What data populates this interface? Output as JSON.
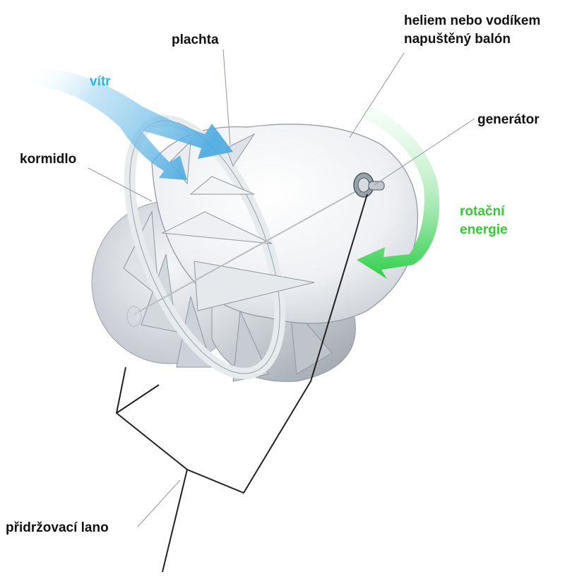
{
  "labels": {
    "balloon_line1": "heliem nebo vodíkem",
    "balloon_line2": "napuštěný balón",
    "sail": "plachta",
    "wind": "vítr",
    "generator": "generátor",
    "rudder": "kormidlo",
    "rotation_line1": "rotační",
    "rotation_line2": "energie",
    "rope": "přidržovací lano"
  },
  "colors": {
    "wind_arrow": "#5fb8e6",
    "rotation_arrow": "#2fcf4a",
    "label_text": "#111111",
    "wind_label": "#29b6e8",
    "rotation_label": "#33cc33"
  },
  "icons": {
    "generator": "generator-icon"
  }
}
